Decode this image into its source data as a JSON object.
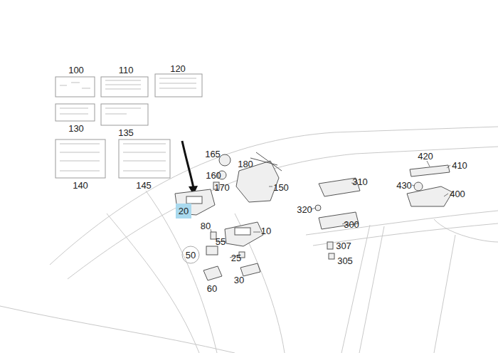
{
  "diagram": {
    "nodes": [
      {
        "text": [
          "20"
        ]
      }
    ],
    "labels": [
      "100",
      "110",
      "120",
      "130",
      "135",
      "140",
      "145",
      "165",
      "180",
      "160",
      "170",
      "150",
      "310",
      "420",
      "410",
      "430",
      "400",
      "320",
      "300",
      "80",
      "55",
      "10",
      "50",
      "25",
      "307",
      "305",
      "30",
      "60"
    ]
  }
}
